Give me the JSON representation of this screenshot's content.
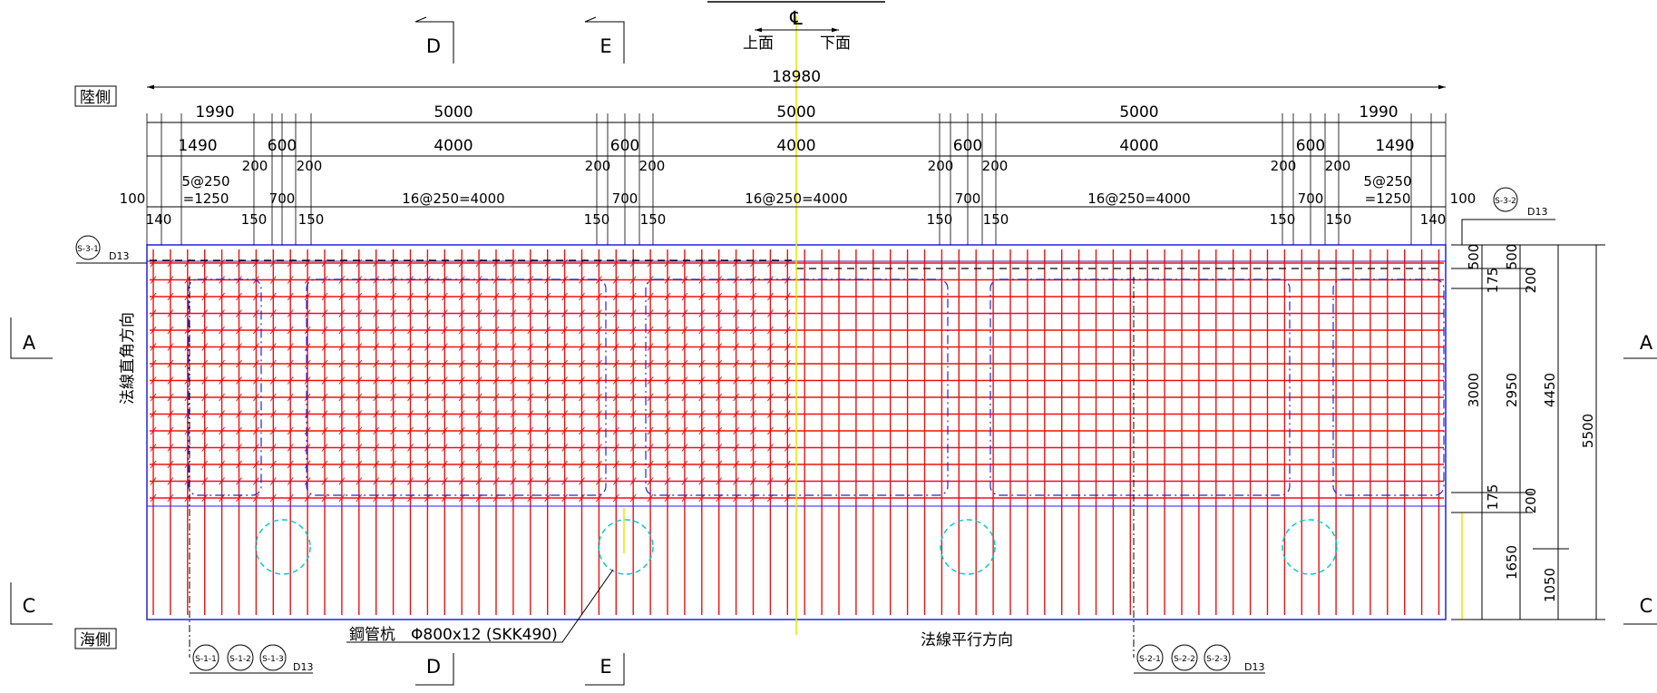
{
  "title_center": "℄",
  "face_top": "上面",
  "face_bottom": "下面",
  "side_land": "陸側",
  "side_sea": "海側",
  "section_d": "D",
  "section_e": "E",
  "section_a": "A",
  "section_c": "C",
  "total_length": "18980",
  "spans_row1": [
    "1990",
    "5000",
    "5000",
    "5000",
    "1990"
  ],
  "spans_row2": [
    "1490",
    "600",
    "4000",
    "600",
    "4000",
    "600",
    "4000",
    "600",
    "1490"
  ],
  "row3_200": "200",
  "spacing_label": "16@250=4000",
  "end_spacing_a": "5@250",
  "end_spacing_b": "=1250",
  "dim_700": "700",
  "dim_100": "100",
  "dim_140": "140",
  "dim_150": "150",
  "dir_perpendicular": "法線直角方向",
  "dir_parallel": "法線平行方向",
  "pile_label": "鋼管杭　Φ800x12 (SKK490)",
  "tag_s31": "S-3-1",
  "tag_s32": "S-3-2",
  "tags_s1": [
    "S-1-1",
    "S-1-2",
    "S-1-3"
  ],
  "tags_s2": [
    "S-2-1",
    "S-2-2",
    "S-2-3"
  ],
  "bar_d13": "D13",
  "right_dims": {
    "d500a": "500",
    "d500b": "500",
    "d175a": "175",
    "d200a": "200",
    "d3000": "3000",
    "d2950": "2950",
    "d4450": "4450",
    "d5500": "5500",
    "d175b": "175",
    "d200b": "200",
    "d1650": "1650",
    "d1050": "1050"
  },
  "colors": {
    "rebar": "#ee1111",
    "outline": "#2222dd",
    "pile": "#00cccc",
    "centerline": "#e6e600",
    "dim": "#000000"
  }
}
